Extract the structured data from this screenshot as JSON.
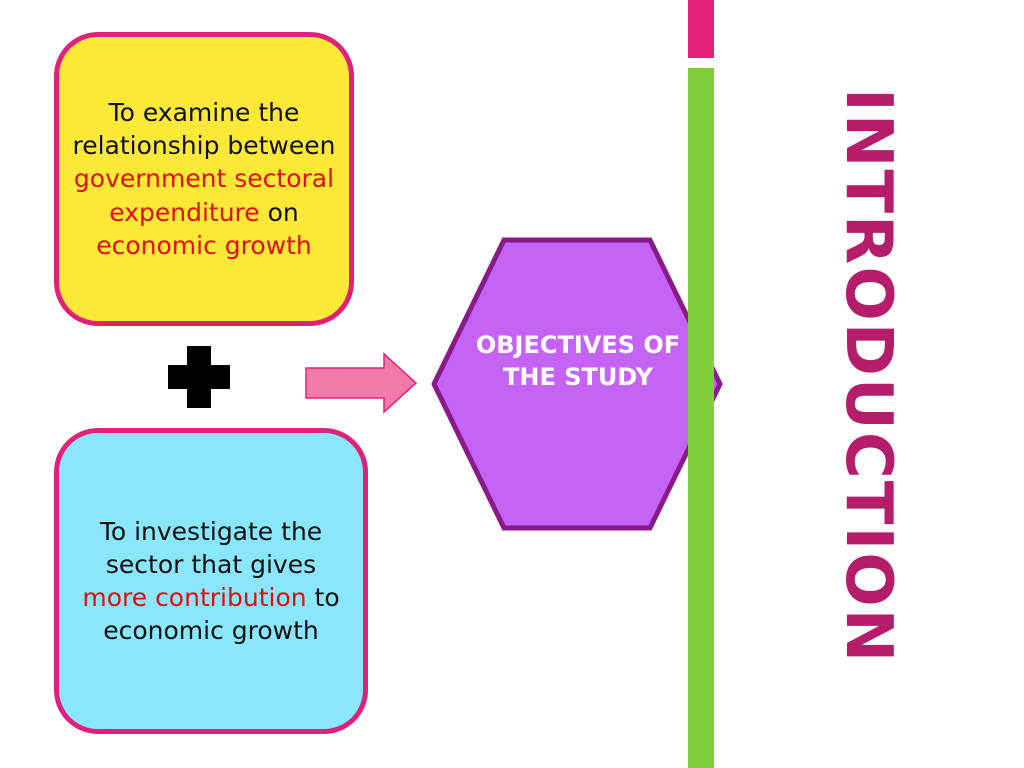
{
  "objective_one": {
    "part1": "To examine the relationship between",
    "highlight1": "government sectoral expenditure",
    "part2": "on",
    "highlight2": "economic growth"
  },
  "objective_two": {
    "part1": "To investigate the sector that gives",
    "highlight1": "more contribution",
    "part2": "to economic growth"
  },
  "center": {
    "label": "OBJECTIVES OF THE STUDY"
  },
  "title": "INTRODUCTION",
  "icons": {
    "plus": "plus-icon",
    "arrow": "right-arrow-icon"
  },
  "colors": {
    "box_border": "#e1207a",
    "box_top_fill": "#fbe837",
    "box_bottom_fill": "#8ae6fb",
    "highlight_text": "#e0100f",
    "hexagon_fill": "#c563f5",
    "hexagon_border": "#8a1a8a",
    "arrow_fill": "#f07aa8",
    "accent_pink": "#e1207a",
    "accent_green": "#7ecf3b",
    "title_color": "#b51d6b"
  }
}
